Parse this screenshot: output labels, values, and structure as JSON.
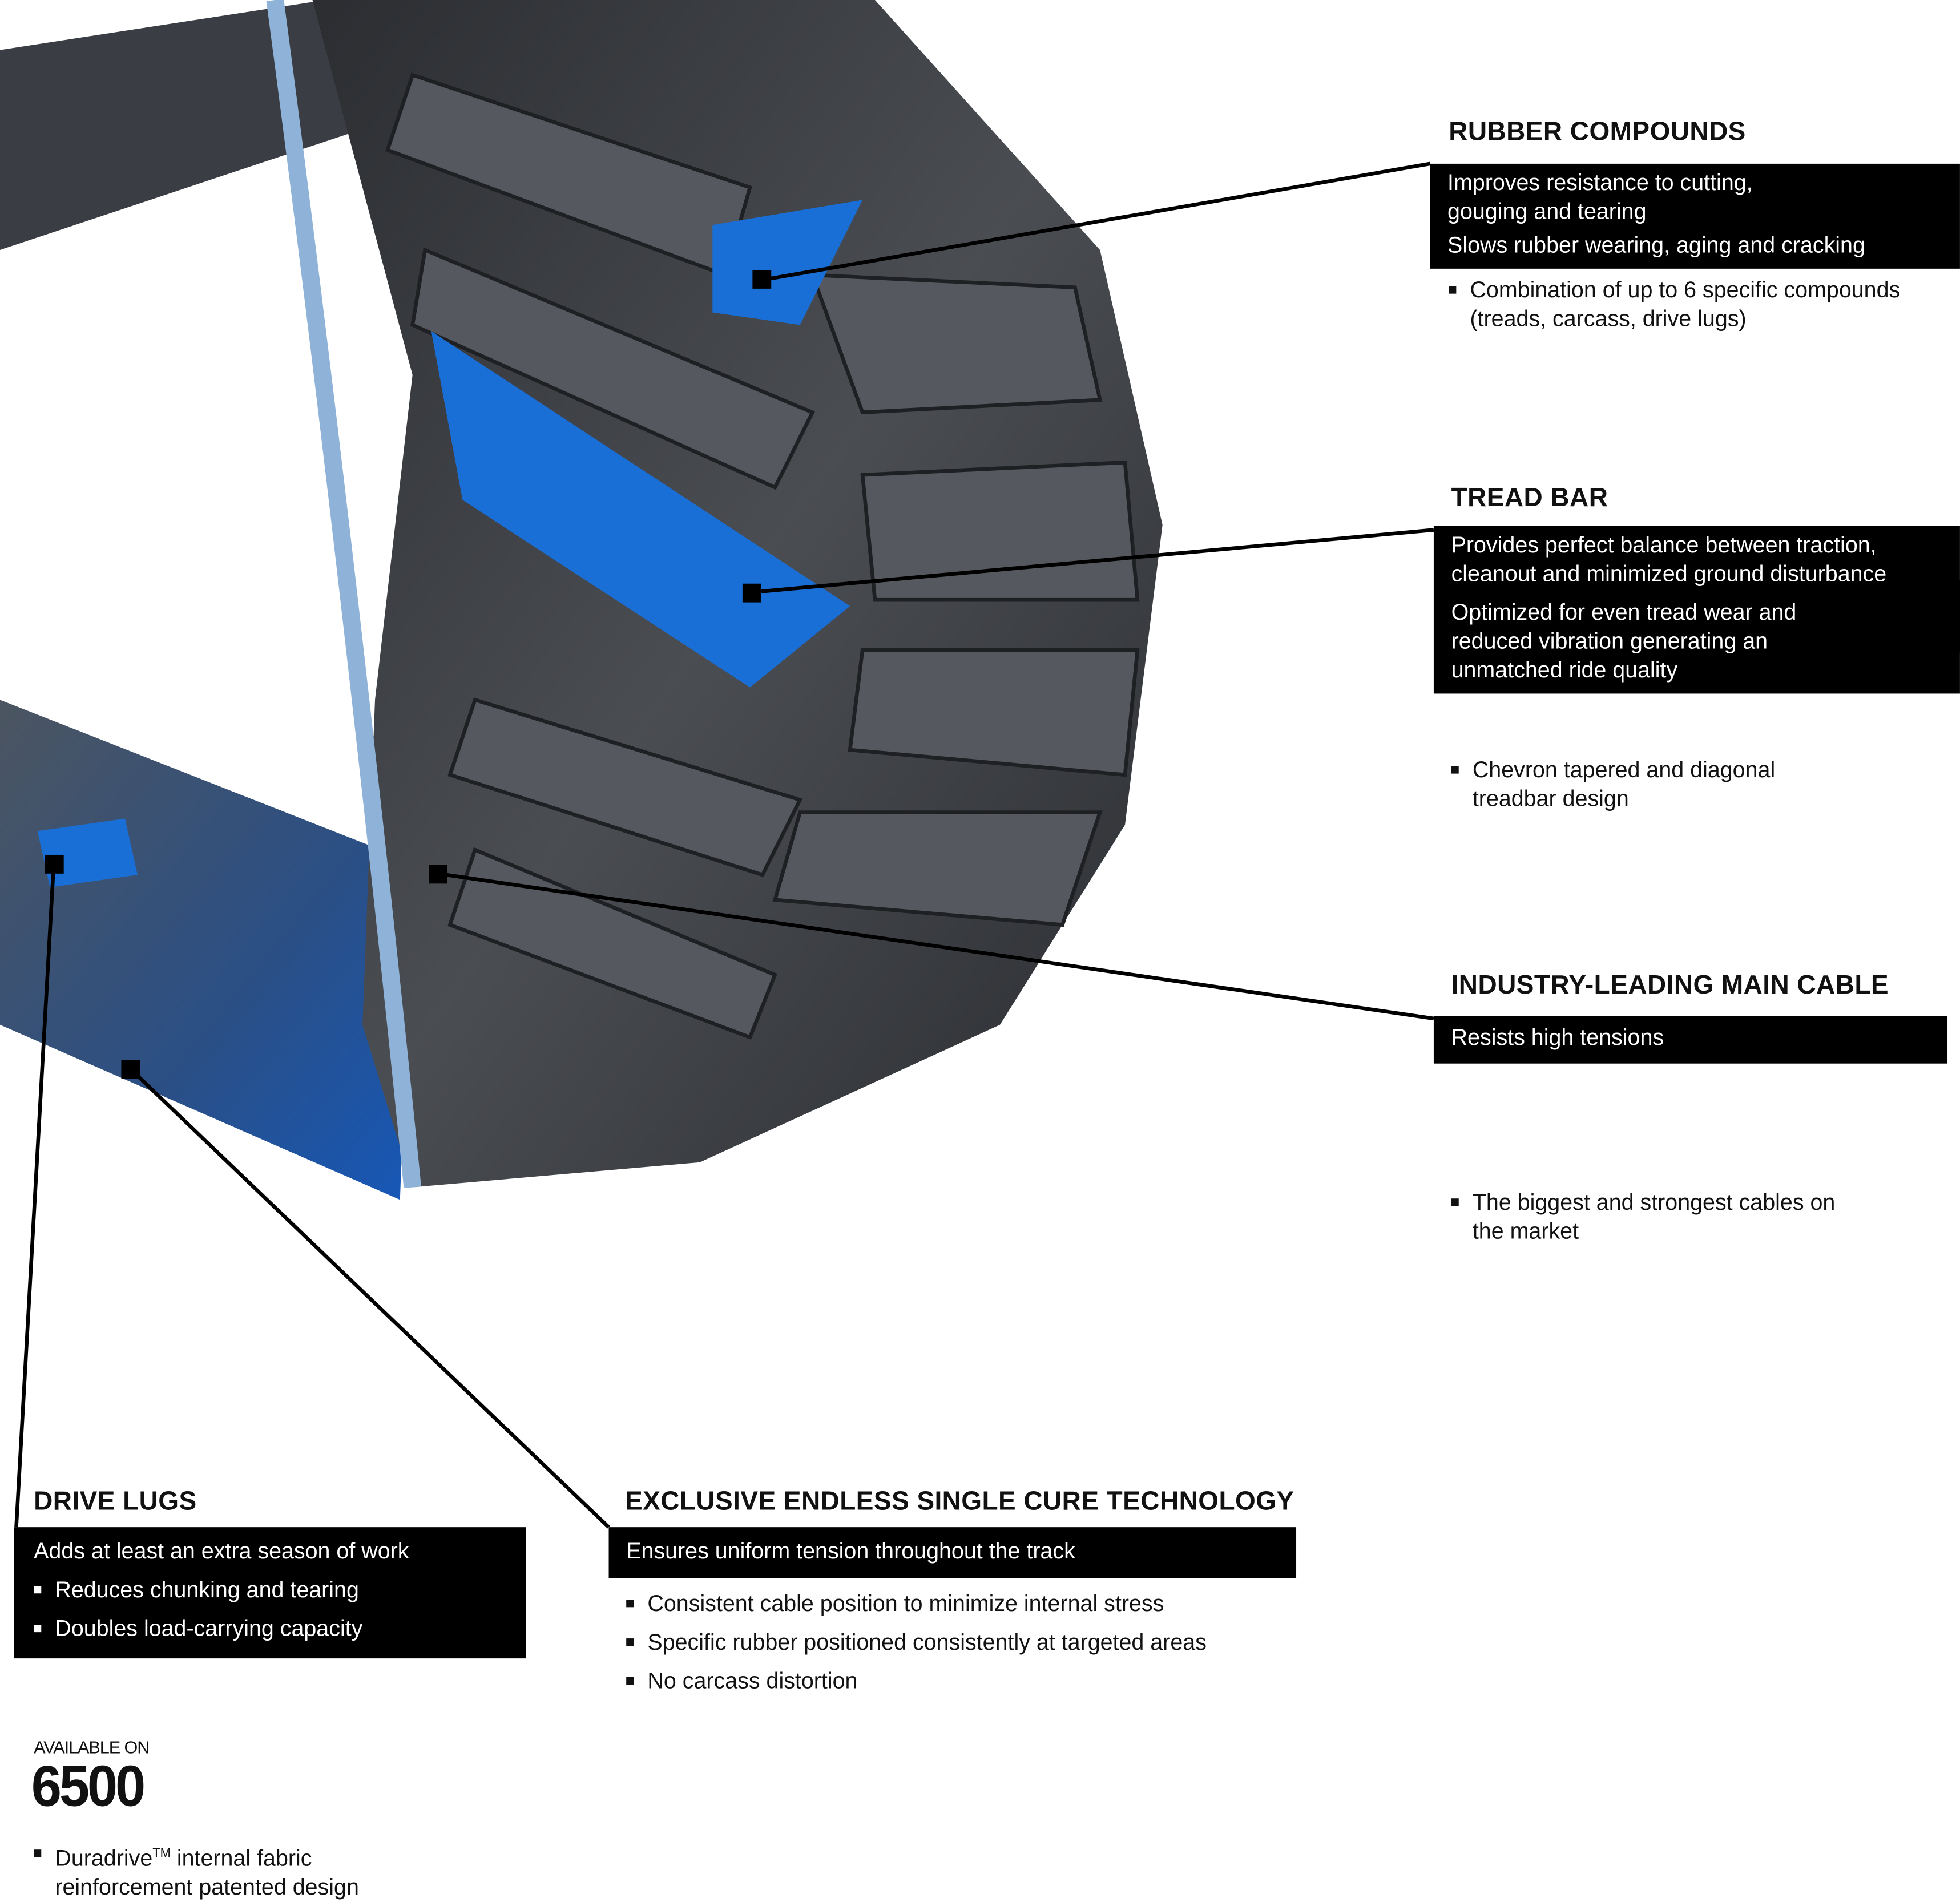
{
  "callouts": {
    "rubber_compounds": {
      "title": "RUBBER COMPOUNDS",
      "highlights": [
        "Improves resistance to cutting, gouging and tearing",
        "Slows rubber wearing, aging and cracking"
      ],
      "bullets": [
        "Combination of up to 6 specific compounds (treads, carcass, drive lugs)"
      ]
    },
    "tread_bar": {
      "title": "TREAD BAR",
      "highlights": [
        "Provides perfect balance between traction, cleanout and minimized ground disturbance",
        "Optimized for even tread wear and reduced vibration generating an unmatched ride quality"
      ],
      "bullets": [
        "Chevron tapered and diagonal treadbar design"
      ]
    },
    "main_cable": {
      "title": "INDUSTRY-LEADING MAIN CABLE",
      "highlights": [
        "Resists high tensions"
      ],
      "bullets": [
        "The biggest and strongest cables on the market"
      ]
    },
    "drive_lugs": {
      "title": "DRIVE LUGS",
      "highlights": [
        "Adds at least an extra season of work"
      ],
      "highlight_bullets": [
        "Reduces chunking and tearing",
        "Doubles load-carrying capacity"
      ],
      "bullet_prefix": "Duradrive",
      "bullet_sup": "TM",
      "bullet_rest": " internal fabric reinforcement patented design"
    },
    "endless_cure": {
      "title": "EXCLUSIVE ENDLESS SINGLE CURE TECHNOLOGY",
      "highlights": [
        "Ensures uniform tension throughout the track"
      ],
      "bullets": [
        "Consistent cable position to minimize internal stress",
        "Specific rubber positioned consistently at targeted areas",
        "No carcass distortion"
      ]
    }
  },
  "availability": {
    "label": "AVAILABLE ON",
    "model": "6500"
  },
  "colors": {
    "accent_blue": "#1a6fd6",
    "rubber": "#3a3d42",
    "box": "#000000"
  }
}
